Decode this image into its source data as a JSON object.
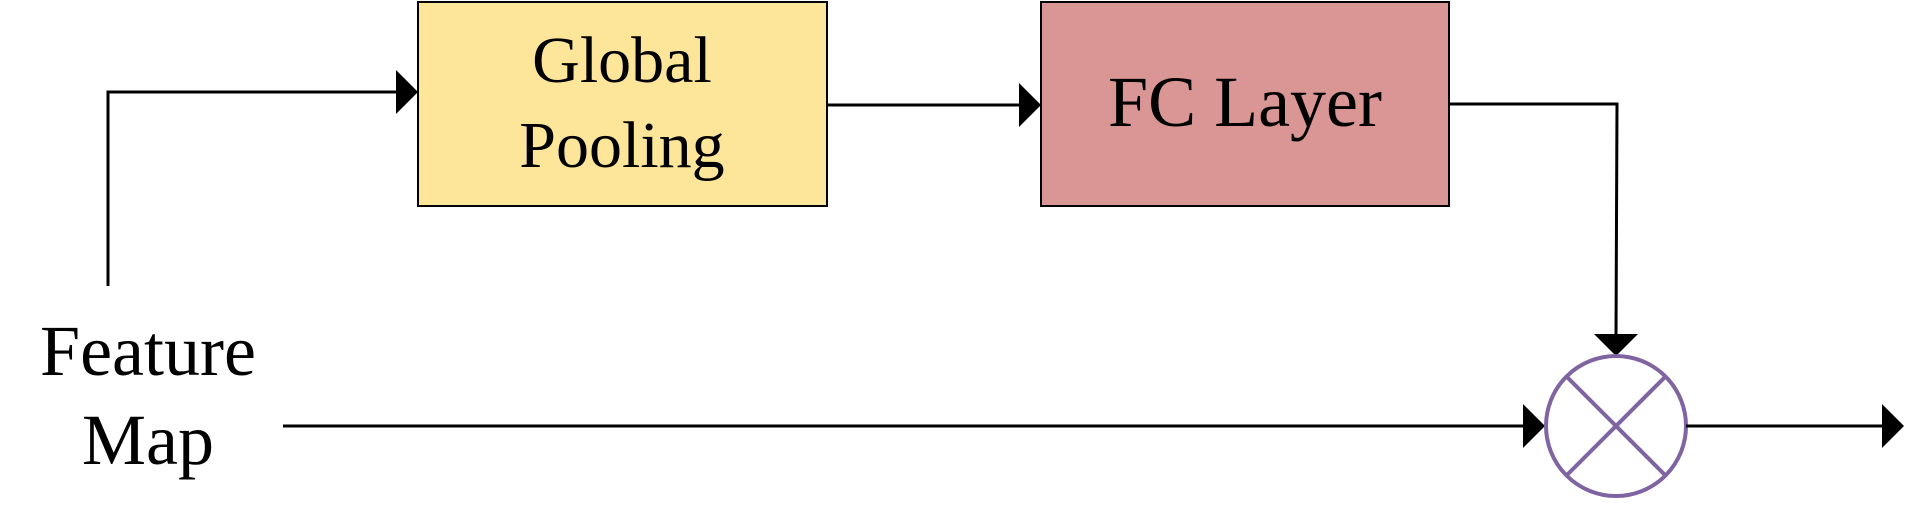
{
  "nodes": {
    "input": {
      "line1": "Feature",
      "line2": "Map"
    },
    "pooling": {
      "line1": "Global",
      "line2": "Pooling",
      "fill": "#fde59a"
    },
    "fc": {
      "label": "FC Layer",
      "fill": "#d99694"
    },
    "multiply": {
      "icon": "multiply-circle-icon",
      "stroke": "#8064a2"
    }
  },
  "colors": {
    "line": "#000000"
  }
}
